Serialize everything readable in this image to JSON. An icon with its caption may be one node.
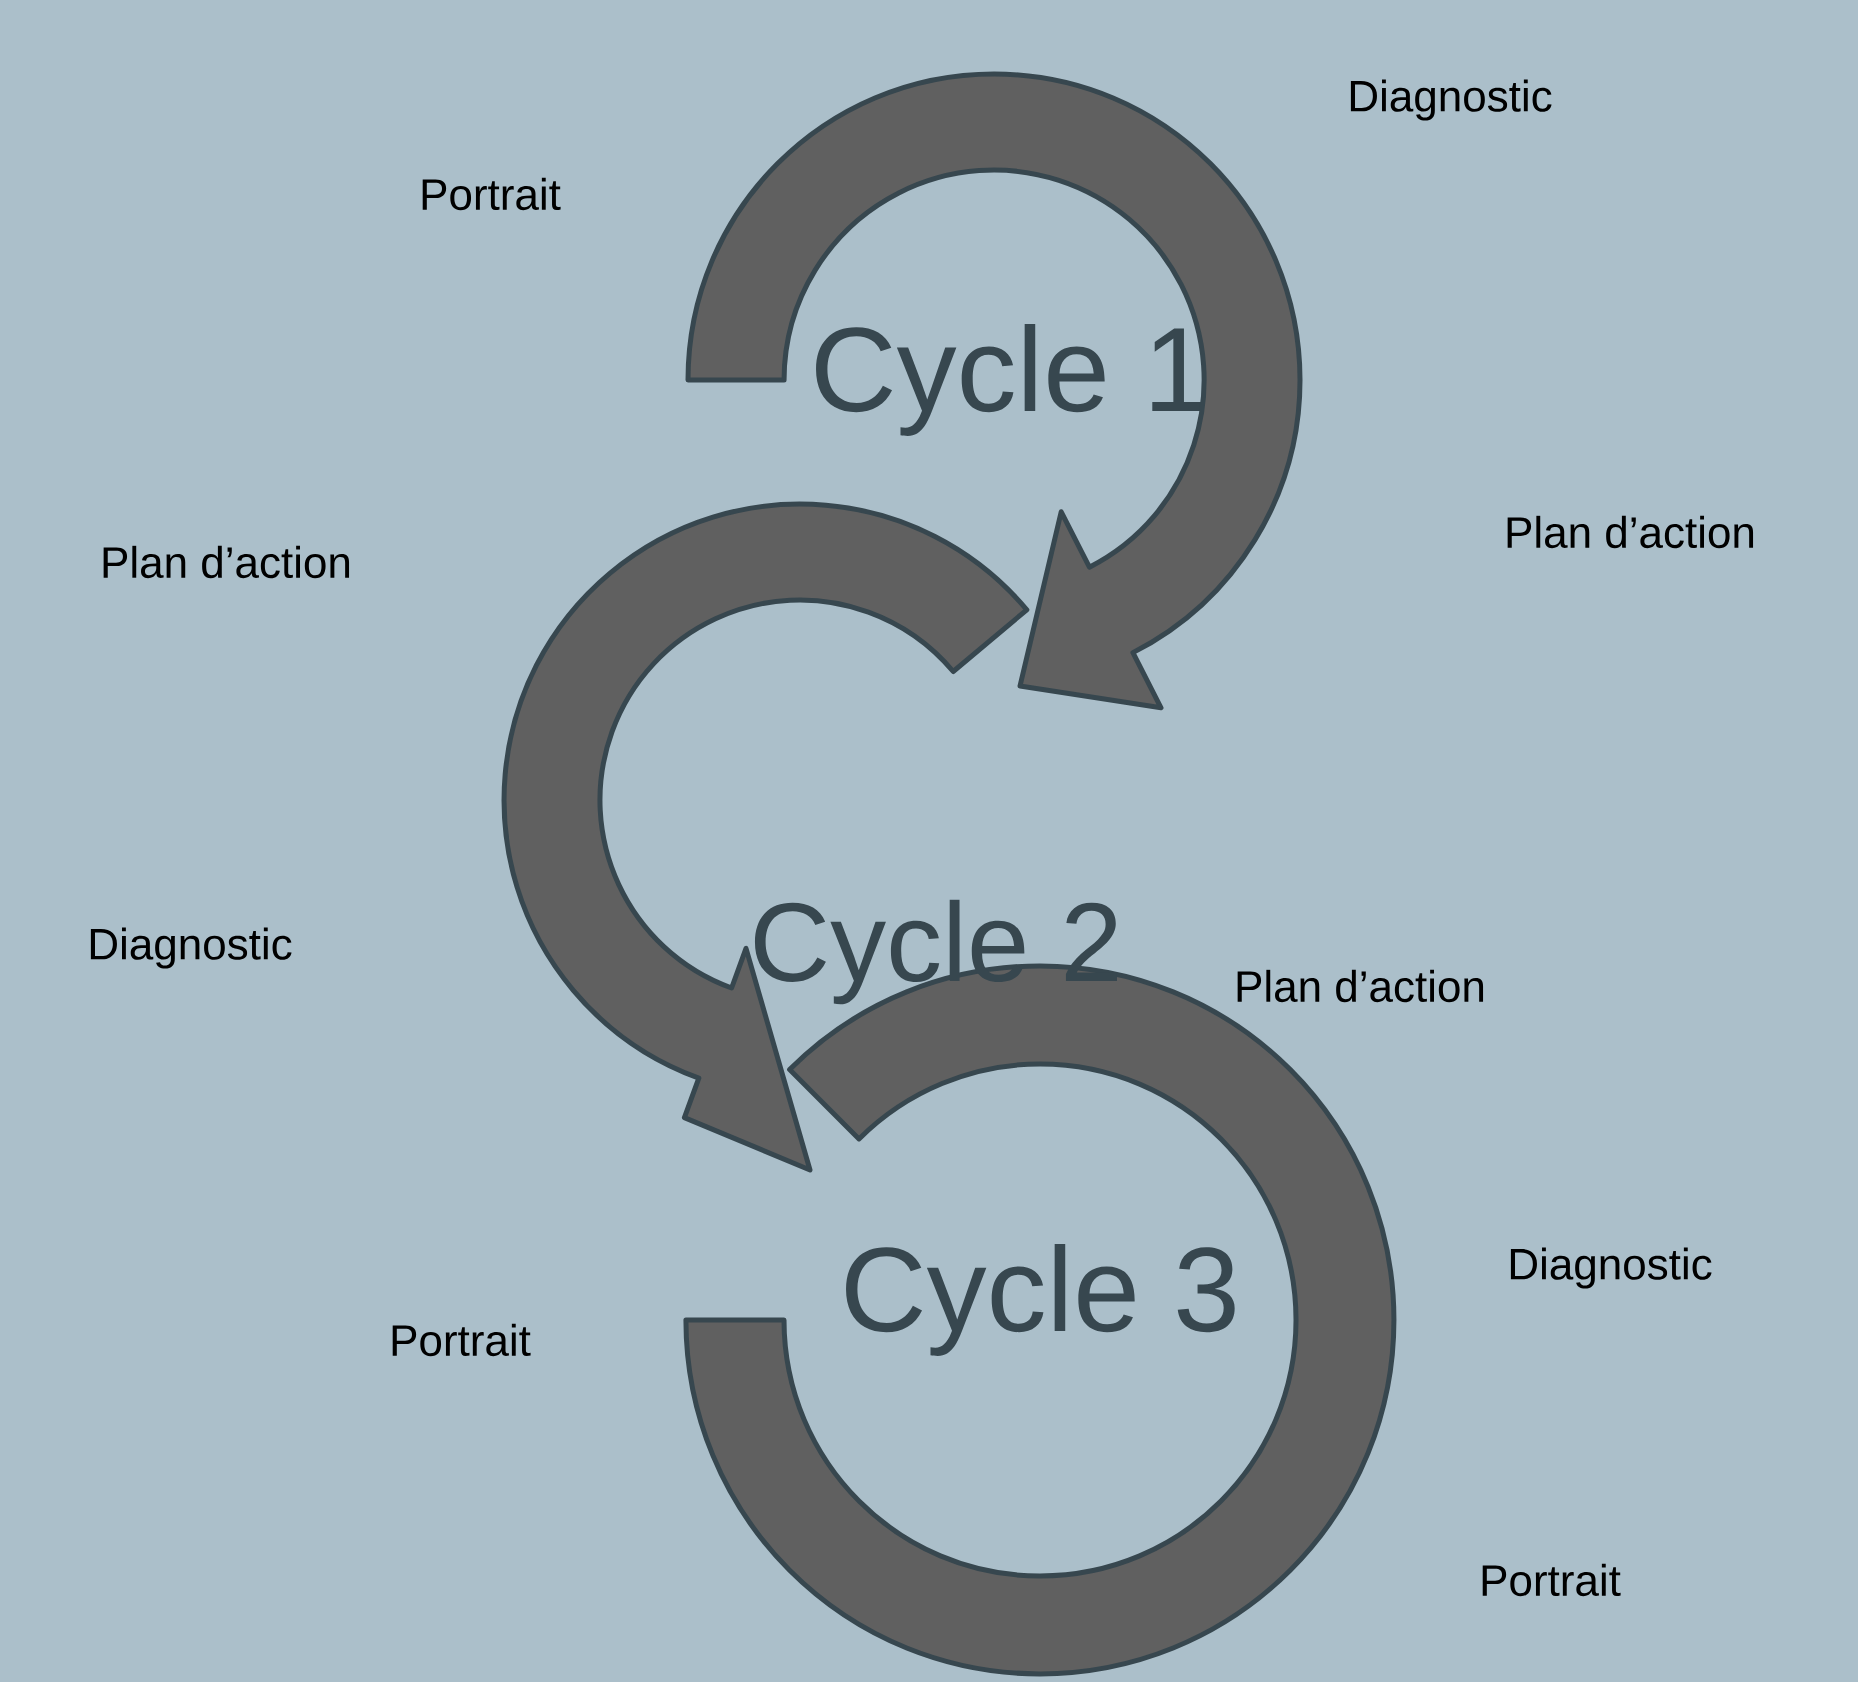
{
  "diagram": {
    "nodes": [
      {
        "text": [
          "Cycle 1"
        ]
      },
      {
        "text": [
          "Cycle 2"
        ]
      },
      {
        "text": [
          "Cycle 3"
        ]
      }
    ],
    "edges": [
      {
        "from": 0,
        "to": 1,
        "arrow": "to"
      },
      {
        "from": 1,
        "to": 2,
        "arrow": "to"
      }
    ],
    "labels": [
      "Diagnostic",
      "Portrait",
      "Plan d’action",
      "Plan d’action",
      "Diagnostic",
      "Plan d’action",
      "Diagnostic",
      "Portrait",
      "Portrait"
    ]
  }
}
